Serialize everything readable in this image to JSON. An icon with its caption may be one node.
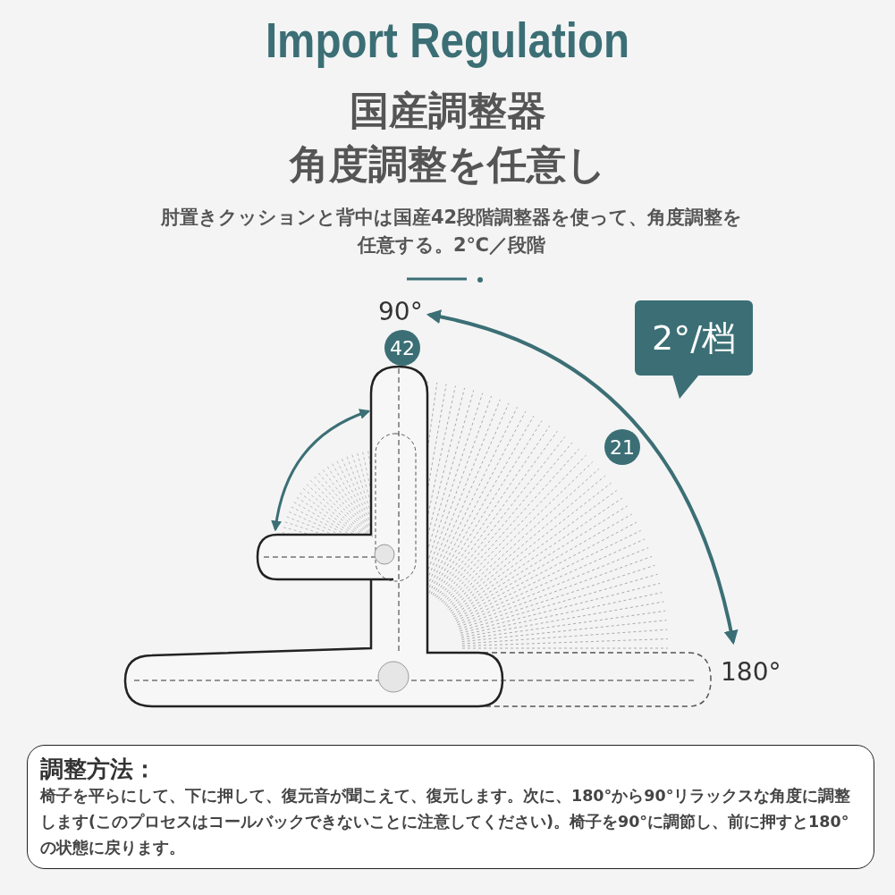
{
  "diagram": {
    "title": "Import Regulation",
    "nodes": [
      {
        "text": [
          "2°/档"
        ]
      },
      {
        "text": [
          "42"
        ]
      },
      {
        "text": [
          "21"
        ]
      },
      {
        "text": [
          "調整方法：",
          "椅子を平らにして、下に押して、復元音が聞こえて、復元します。次に、180°から90°リラックスな角度に調整します(このプロセスはコールバックできないことに注意してください)。椅子を90°に調節し、前に押すと180°の状態に戻ります。"
        ]
      }
    ],
    "edges": [],
    "labels": [
      "国産調整器",
      "角度調整を任意し",
      "肘置きクッションと背中は国産42段階調整器を使って、角度調整を任意する。2℃／段階",
      "90°",
      "180°"
    ]
  }
}
